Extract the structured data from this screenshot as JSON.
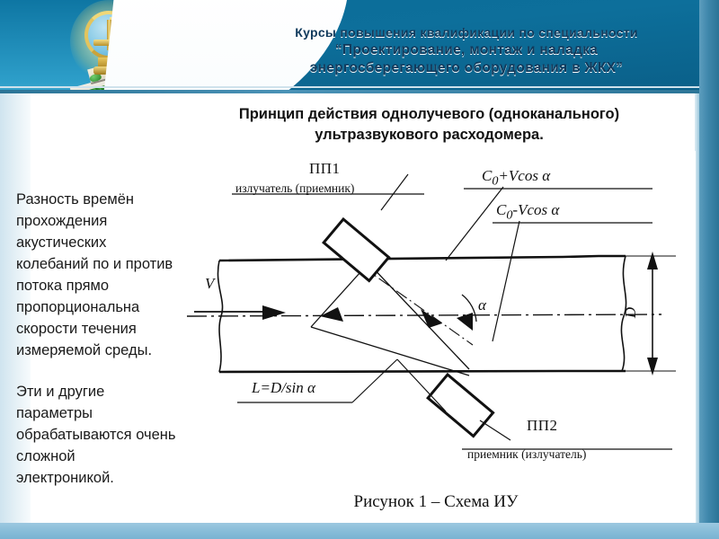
{
  "header": {
    "emblem_icon": "emblem-ring-cross-icon",
    "art_icon": "stairs-grass-sky-icon",
    "title_line1": "Курсы повышения квалификации по специальности",
    "title_line2": "“Проектирование, монтаж и наладка",
    "title_line3": "энергосберегающего оборудования в ЖКХ”",
    "title_color": "#103a5c",
    "band_color": "#0b6d99"
  },
  "slide": {
    "title_line1": "Принцип действия однолучевого (одноканального)",
    "title_line2": "ультразвукового расходомера.",
    "body_paragraph1": "Разность времён прохождения акустических колебаний по и против потока прямо пропорциональна скорости течения измеряемой среды.",
    "body_paragraph2": "Эти и другие параметры обрабатываются очень сложной электроникой.",
    "accent_color": "#2b7496",
    "bottom_band_color": "#86bcd8"
  },
  "figure": {
    "caption": "Рисунок 1 – Схема ИУ",
    "labels": {
      "pp1": "ПП1",
      "pp1_sub": "излучатель (приемник)",
      "pp2": "ПП2",
      "pp2_sub": "приемник (излучатель)",
      "eq_top": "C0+Vcos α",
      "eq_bottom": "C0-Vcos α",
      "length": "L=D/sin α",
      "diameter": "D",
      "velocity": "V",
      "angle": "α"
    }
  }
}
